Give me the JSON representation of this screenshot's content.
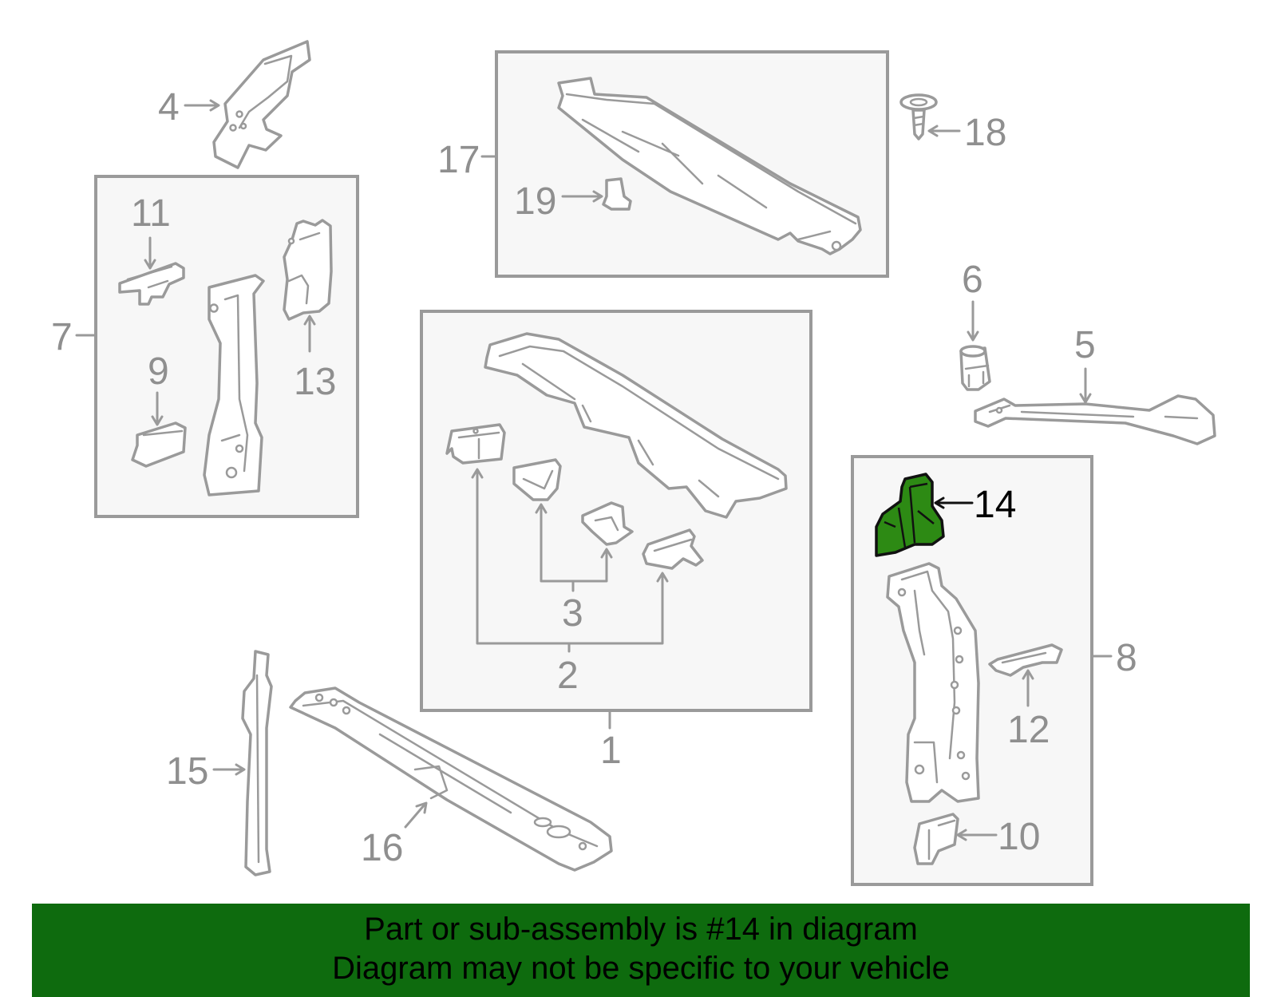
{
  "callouts": {
    "c1": "1",
    "c2": "2",
    "c3": "3",
    "c4": "4",
    "c5": "5",
    "c6": "6",
    "c7": "7",
    "c8": "8",
    "c9": "9",
    "c10": "10",
    "c11": "11",
    "c12": "12",
    "c13": "13",
    "c14": "14",
    "c15": "15",
    "c16": "16",
    "c17": "17",
    "c18": "18",
    "c19": "19"
  },
  "highlighted_part": "14",
  "colors": {
    "highlight": "#2d8a14",
    "banner": "#0e6b0e",
    "line": "#9a9a9a"
  },
  "banner": {
    "line1": "Part or sub-assembly is #14 in diagram",
    "line2": "Diagram may not be specific to your vehicle"
  }
}
